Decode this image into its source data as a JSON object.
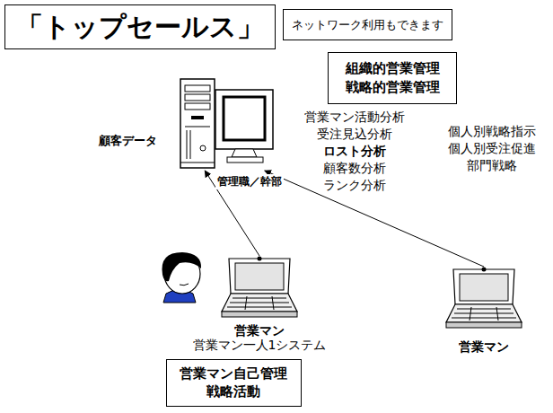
{
  "diagram": {
    "title": "「トップセールス」",
    "nodes": [
      {
        "text": [
          "ネットワーク利用もできます"
        ]
      },
      {
        "text": [
          "組織的営業管理 戦略的営業管理"
        ]
      },
      {
        "text": [
          "顧客データ",
          "管理職／幹部"
        ]
      },
      {
        "text": [
          "営業マン",
          "営業マン一人1システム"
        ]
      },
      {
        "text": [
          "営業マン"
        ]
      },
      {
        "text": [
          "営業マン自己管理 戦略活動"
        ]
      }
    ],
    "edges": [
      {
        "from": 3,
        "to": 2,
        "arrow": "to"
      },
      {
        "from": 4,
        "to": 2,
        "arrow": "to"
      }
    ],
    "labels": [
      "営業マン活動分析",
      "受注見込分析",
      "ロスト分析",
      "顧客数分析",
      "ランク分析",
      "個人別戦略指示",
      "個人別受注促進",
      "部門戦略"
    ]
  }
}
